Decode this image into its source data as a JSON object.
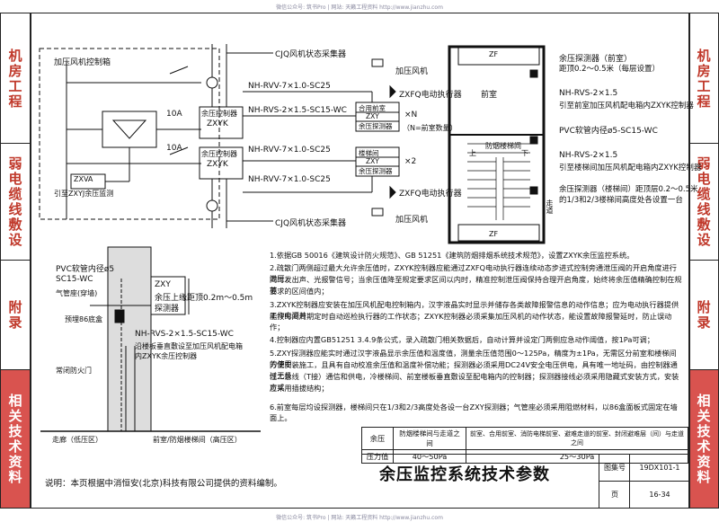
{
  "watermark_top": "微信公众号: 筑书Pro | 网站: 天籁工程资料 http://www.jianzhu.com",
  "watermark_bottom": "微信公众号: 筑书Pro | 网站: 天籁工程资料 http://www.jianzhu.com",
  "side_tabs": [
    "机房工程",
    "弱电缆线敷设",
    "附录",
    "相关技术资料"
  ],
  "diagram": {
    "fan_control_box": "加压风机控制箱",
    "zxva": "ZXVA",
    "to_collector": "引至ZXYJ余压监测",
    "breaker_top": "10A",
    "breaker_bottom": "10A",
    "cjq_top": "CJQ风机状态采集器",
    "cjq_bottom": "CJQ风机状态采集器",
    "fan_label": "加压风机",
    "fan_label_bottom": "加压风机",
    "cable_rvv_top": "NH-RVV-7×1.0-SC25",
    "cable_rvs_top": "NH-RVS-2×1.5-SC15-WC",
    "cable_rvv_mid": "NH-RVV-7×1.0-SC25",
    "cable_rvv_bottom": "NH-RVV-7×1.0-SC25",
    "controller_top_1": "余压控制器",
    "controller_top_2": "ZXYK",
    "controller_bot_1": "余压控制器",
    "controller_bot_2": "ZXYK",
    "zxfq_top": "ZXFQ电动执行器",
    "zxfq_bottom": "ZXFQ电动执行器",
    "zxy_top_a": "合用前室",
    "zxy_top_b": "ZXY",
    "zxy_top_c": "余压探测器",
    "times_n": "×N",
    "n_note": "（N=前室数量）",
    "zxy_bot_a": "楼梯间",
    "zxy_bot_b": "ZXY",
    "zxy_bot_c": "余压探测器",
    "times_2": "×2"
  },
  "plan": {
    "zf_top": "ZF",
    "zf_bottom": "ZF",
    "front_room": "前室",
    "stair_label": "防烟楼梯间",
    "up": "上",
    "down": "下",
    "corridor": "走道",
    "legend_1": "余压探测器（前室）",
    "legend_1b": "距顶0.2～0.5米（每层设置）",
    "legend_2": "NH-RVS-2×1.5",
    "legend_2b": "引至前室加压风机配电箱内ZXYK控制器",
    "legend_3": "PVC软管内径ø5-SC15-WC",
    "legend_4": "NH-RVS-2×1.5",
    "legend_4b": "引至楼梯间加压风机配电箱内ZXYK控制器",
    "legend_5": "余压探测器（楼梯间）距顶层0.2～0.5米",
    "legend_5b": "的1/3和2/3楼梯间高度处各设置一台"
  },
  "section": {
    "pvc": "PVC软管内径ø5",
    "sc15": "SC15-WC",
    "hole": "气管座(穿墙)",
    "box86": "预埋86底盒",
    "zxy_1": "ZXY",
    "zxy_2": "余压",
    "zxy_3": "探测器",
    "height": "上缘距顶0.2m～0.5m",
    "cable": "NH-RVS-2×1.5-SC15-WC",
    "cable_note_1": "沿楼板垂直敷设至加压风机配电箱",
    "cable_note_2": "内ZXYK余压控制器",
    "door": "常闭防火门",
    "low_zone": "走廊（低压区）",
    "high_zone": "前室/防烟楼梯间（高压区）"
  },
  "notes": [
    "1.依据GB 50016《建筑设计防火规范》、GB 51251《建筑防烟排烟系统技术规范》，设置ZXYK余压监控系统。",
    "2.疏散门两侧超过最大允许余压值时，ZXYK控制器应能通过ZXFQ电动执行器连续动态步进式控制旁通泄压阀的开启角度进行泄压，",
    "同时发出声、光报警信号；当余压值降至规定要求区间以内时，精准控制泄压阀保持合理开启角度，始终将余压值精确控制在规范",
    "要求的区间值内；",
    "3.ZXYK控制器应安装在加压风机配电控制箱内，汉字液晶实时显示并储存各类故障报警信息的动作信息；应为电动执行器提供工作电源并",
    "能按时间周期定时自动巡检执行器的工作状态；ZXYK控制器必须采集加压风机的动作状态，能设置故障报警延时，防止误动作；",
    "4.控制器应内置GB51251  3.4.9条公式，录入疏散门相关数据后，自动计算并设定门两侧应急动作阈值，按1Pa可调；",
    "5.ZXY探测器应能实时通过汉字液晶显示余压值和温度值，测量余压值范围0～125Pa，精度为±1Pa，无需区分前室和楼梯间的使用，",
    "方便安装施工，且具有自动校准余压值和温度补偿功能；探测器必须采用DC24V安全电压供电，具有唯一地址码，由控制器通过无极",
    "性二总线（T接）通信和供电，冷楼梯间、前室楼板垂直敷设至配电箱内的控制器；探测器接线必须采用隐藏式安装方式，安装方式",
    "应采用插拔结构；",
    "6.前室每层均设探测器，楼梯间只在1/3和2/3高度处各设一台ZXY探测器；气管座必须采用阻燃材料，以86盒面板式固定在墙面上。"
  ],
  "param_table": {
    "h1": "余压",
    "h2": "防烟楼梯间与走道之间",
    "h3": "前室、合用前室、消防电梯前室、避难走道的前室、封闭避难层（间）与走道之间",
    "r1": "压力值",
    "v1": "40～50Pa",
    "v2": "25～30Pa"
  },
  "title_block": {
    "credit": "说明：本页根据中消恒安(北京)科技有限公司提供的资料编制。",
    "title": "余压监控系统技术参数",
    "atlas_label": "图集号",
    "atlas_value": "19DX101-1",
    "page_label": "页",
    "page_value": "16-34"
  }
}
